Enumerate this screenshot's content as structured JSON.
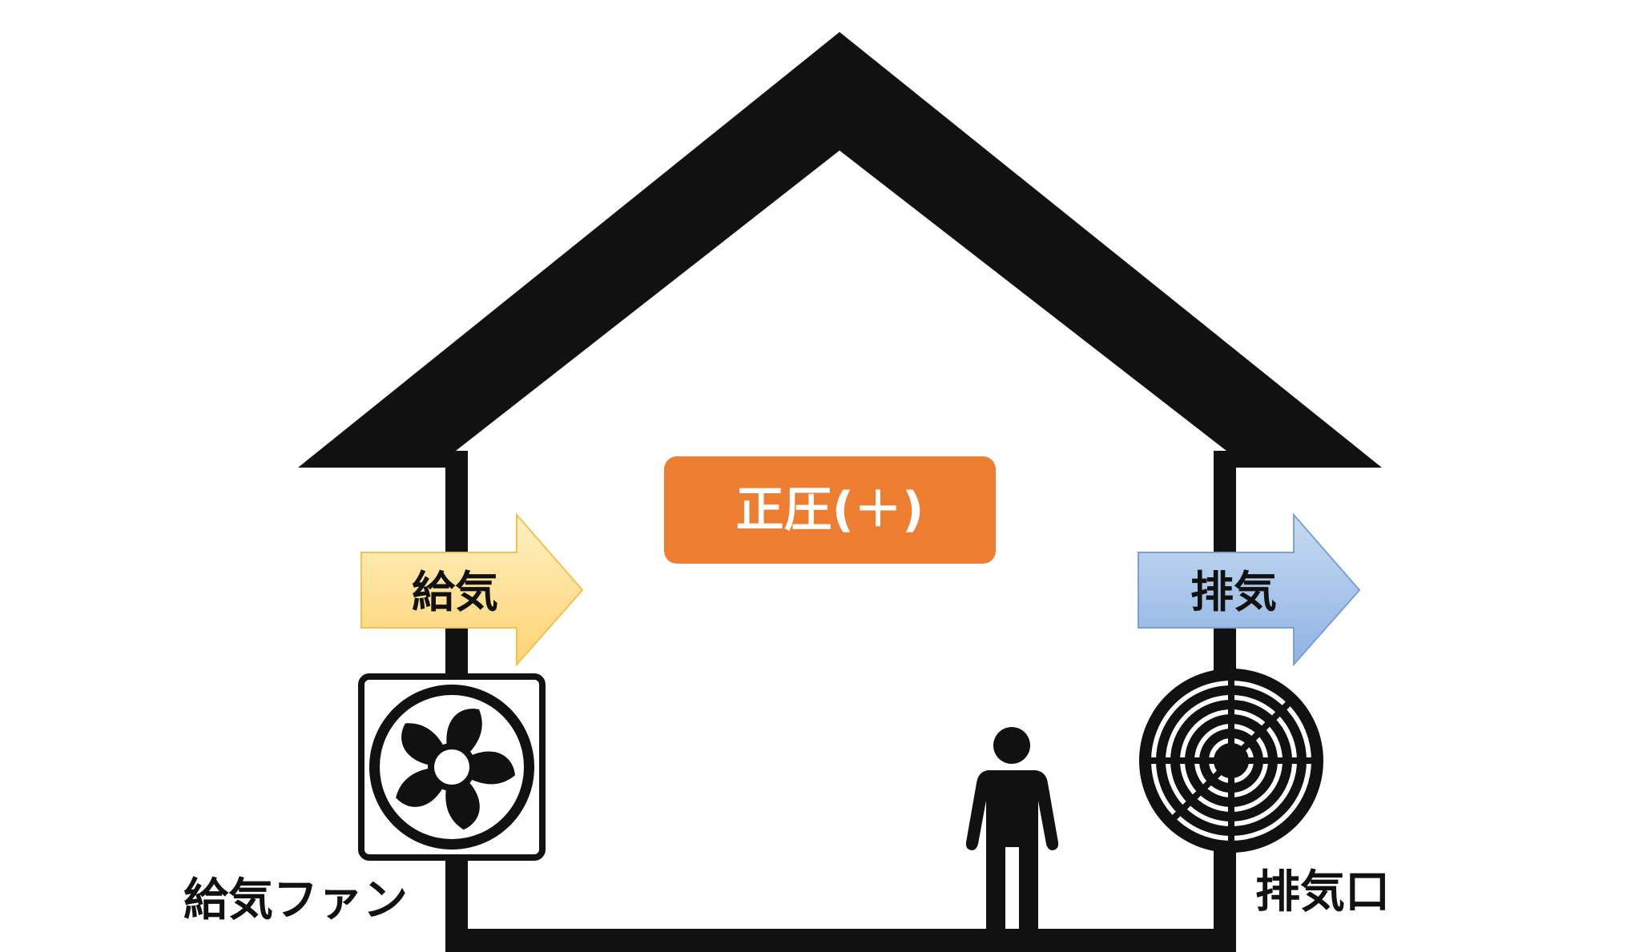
{
  "labels": {
    "pressure": "正圧(＋)",
    "supply_arrow": "給気",
    "exhaust_arrow": "排気",
    "supply_fan": "給気ファン",
    "exhaust_port": "排気口"
  },
  "colors": {
    "house": "#111111",
    "pressure_badge": "#ed7d31",
    "supply_arrow_top": "#fff0c2",
    "supply_arrow_bottom": "#ffd373",
    "supply_arrow_stroke": "#f2c14e",
    "exhaust_arrow_top": "#c6dbf1",
    "exhaust_arrow_bottom": "#8fb3e3",
    "exhaust_arrow_stroke": "#7aa0d4"
  },
  "icons": {
    "supply_fan": "ventilation-fan-icon",
    "exhaust_port": "exhaust-vent-icon",
    "person": "person-icon"
  }
}
